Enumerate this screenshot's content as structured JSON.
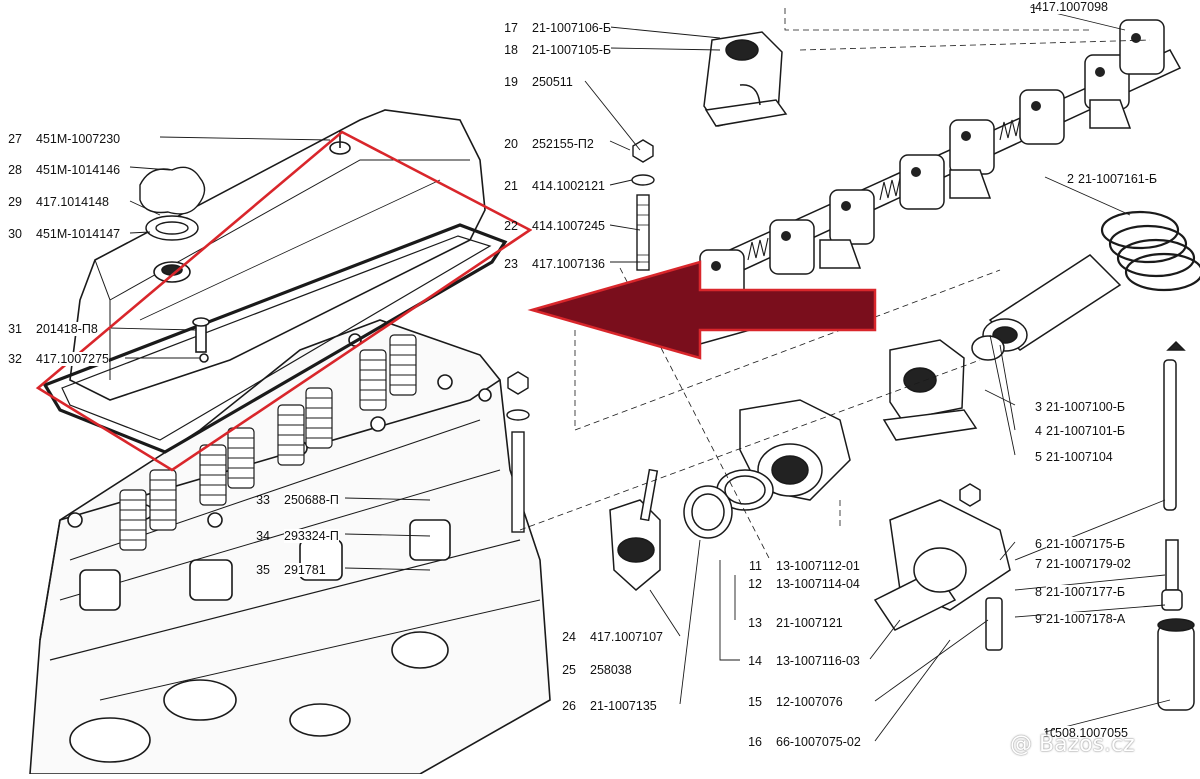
{
  "parts": [
    {
      "no": "1",
      "code": "417.1007098"
    },
    {
      "no": "2",
      "code": "21-1007161-Б"
    },
    {
      "no": "3",
      "code": "21-1007100-Б"
    },
    {
      "no": "4",
      "code": "21-1007101-Б"
    },
    {
      "no": "5",
      "code": "21-1007104"
    },
    {
      "no": "6",
      "code": "21-1007175-Б"
    },
    {
      "no": "7",
      "code": "21-1007179-02"
    },
    {
      "no": "8",
      "code": "21-1007177-Б"
    },
    {
      "no": "9",
      "code": "21-1007178-А"
    },
    {
      "no": "10",
      "code": "508.1007055"
    },
    {
      "no": "11",
      "code": "13-1007112-01"
    },
    {
      "no": "12",
      "code": "13-1007114-04"
    },
    {
      "no": "13",
      "code": "21-1007121"
    },
    {
      "no": "14",
      "code": "13-1007116-03"
    },
    {
      "no": "15",
      "code": "12-1007076"
    },
    {
      "no": "16",
      "code": "66-1007075-02"
    },
    {
      "no": "17",
      "code": "21-1007106-Б"
    },
    {
      "no": "18",
      "code": "21-1007105-Б"
    },
    {
      "no": "19",
      "code": "250511"
    },
    {
      "no": "20",
      "code": "252155-П2"
    },
    {
      "no": "21",
      "code": "414.1002121"
    },
    {
      "no": "22",
      "code": "414.1007245"
    },
    {
      "no": "23",
      "code": "417.1007136"
    },
    {
      "no": "24",
      "code": "417.1007107"
    },
    {
      "no": "25",
      "code": "258038"
    },
    {
      "no": "26",
      "code": "21-1007135"
    },
    {
      "no": "27",
      "code": "451М-1007230"
    },
    {
      "no": "28",
      "code": "451М-1014146"
    },
    {
      "no": "29",
      "code": "417.1014148"
    },
    {
      "no": "30",
      "code": "451М-1014147"
    },
    {
      "no": "31",
      "code": "201418-П8"
    },
    {
      "no": "32",
      "code": "417.1007275"
    },
    {
      "no": "33",
      "code": "250688-П"
    },
    {
      "no": "34",
      "code": "293324-П"
    },
    {
      "no": "35",
      "code": "291781"
    }
  ],
  "watermark": "@ Bazos.cz",
  "colors": {
    "highlight_box": "#d9262b",
    "arrow_fill": "#7a0e1c",
    "arrow_stroke": "#d9262b",
    "line": "#1a1a1a"
  }
}
